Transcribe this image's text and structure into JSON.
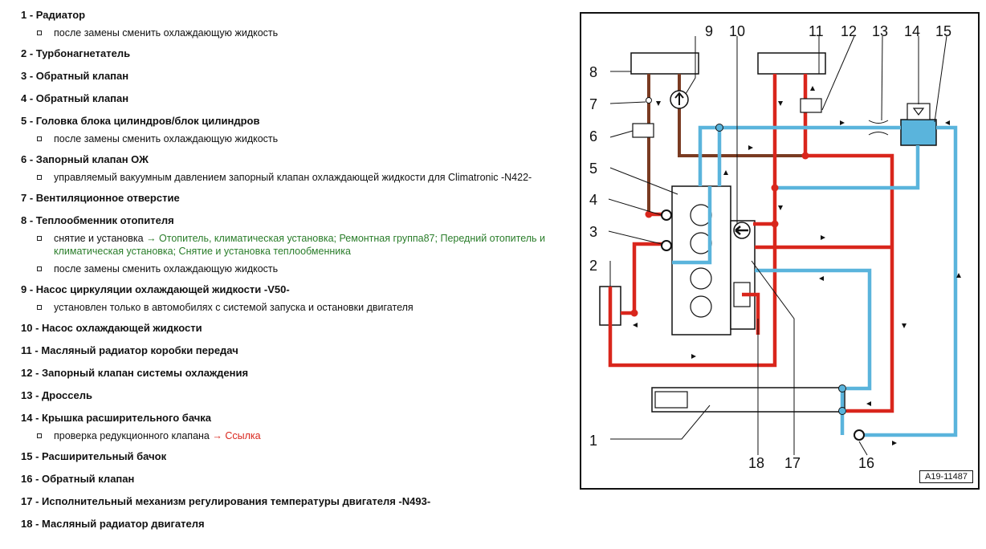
{
  "legend": {
    "items": [
      {
        "num": "1 -",
        "title": "Радиатор",
        "notes": [
          {
            "text": "после замены сменить охлаждающую жидкость"
          }
        ]
      },
      {
        "num": "2 -",
        "title": "Турбонагнетатель",
        "notes": []
      },
      {
        "num": "3 -",
        "title": "Обратный клапан",
        "notes": []
      },
      {
        "num": "4 -",
        "title": "Обратный клапан",
        "notes": []
      },
      {
        "num": "5 -",
        "title": "Головка блока цилиндров/блок цилиндров",
        "notes": [
          {
            "text": "после замены сменить охлаждающую жидкость"
          }
        ]
      },
      {
        "num": "6 -",
        "title": "Запорный клапан ОЖ",
        "notes": [
          {
            "text": "управляемый вакуумным давлением запорный клапан охлаждающей жидкости для Climatronic -N422-"
          }
        ]
      },
      {
        "num": "7 -",
        "title": "Вентиляционное отверстие",
        "notes": []
      },
      {
        "num": "8 -",
        "title": "Теплообменник отопителя",
        "notes": [
          {
            "prefix": "снятие и установка ",
            "link": "→ Отопитель, климатическая установка; Ремонтная группа87; Передний отопитель и климатическая установка; Снятие и установка теплообменника",
            "link_color": "green"
          },
          {
            "text": "после замены сменить охлаждающую жидкость"
          }
        ]
      },
      {
        "num": "9 -",
        "title": "Насос циркуляции охлаждающей жидкости -V50-",
        "notes": [
          {
            "text": "установлен только в автомобилях с системой запуска и остановки двигателя"
          }
        ]
      },
      {
        "num": "10 -",
        "title": "Насос охлаждающей жидкости",
        "notes": []
      },
      {
        "num": "11 -",
        "title": "Масляный радиатор коробки передач",
        "notes": []
      },
      {
        "num": "12 -",
        "title": "Запорный клапан системы охлаждения",
        "notes": []
      },
      {
        "num": "13 -",
        "title": "Дроссель",
        "notes": []
      },
      {
        "num": "14 -",
        "title": "Крышка расширительного бачка",
        "notes": [
          {
            "prefix": "проверка редукционного клапана ",
            "link": "→ Ссылка",
            "link_color": "red"
          }
        ]
      },
      {
        "num": "15 -",
        "title": "Расширительный бачок",
        "notes": []
      },
      {
        "num": "16 -",
        "title": "Обратный клапан",
        "notes": []
      },
      {
        "num": "17 -",
        "title": "Исполнительный механизм регулирования температуры двигателя -N493-",
        "notes": []
      },
      {
        "num": "18 -",
        "title": "Масляный радиатор двигателя",
        "notes": []
      }
    ]
  },
  "diagram": {
    "labels": [
      "1",
      "2",
      "3",
      "4",
      "5",
      "6",
      "7",
      "8",
      "9",
      "10",
      "11",
      "12",
      "13",
      "14",
      "15",
      "16",
      "17",
      "18"
    ],
    "reference": "A19-11487",
    "colors": {
      "hot": "#d9261c",
      "cold": "#5ab4dc",
      "brown": "#7a3b22",
      "line": "#111111"
    }
  }
}
